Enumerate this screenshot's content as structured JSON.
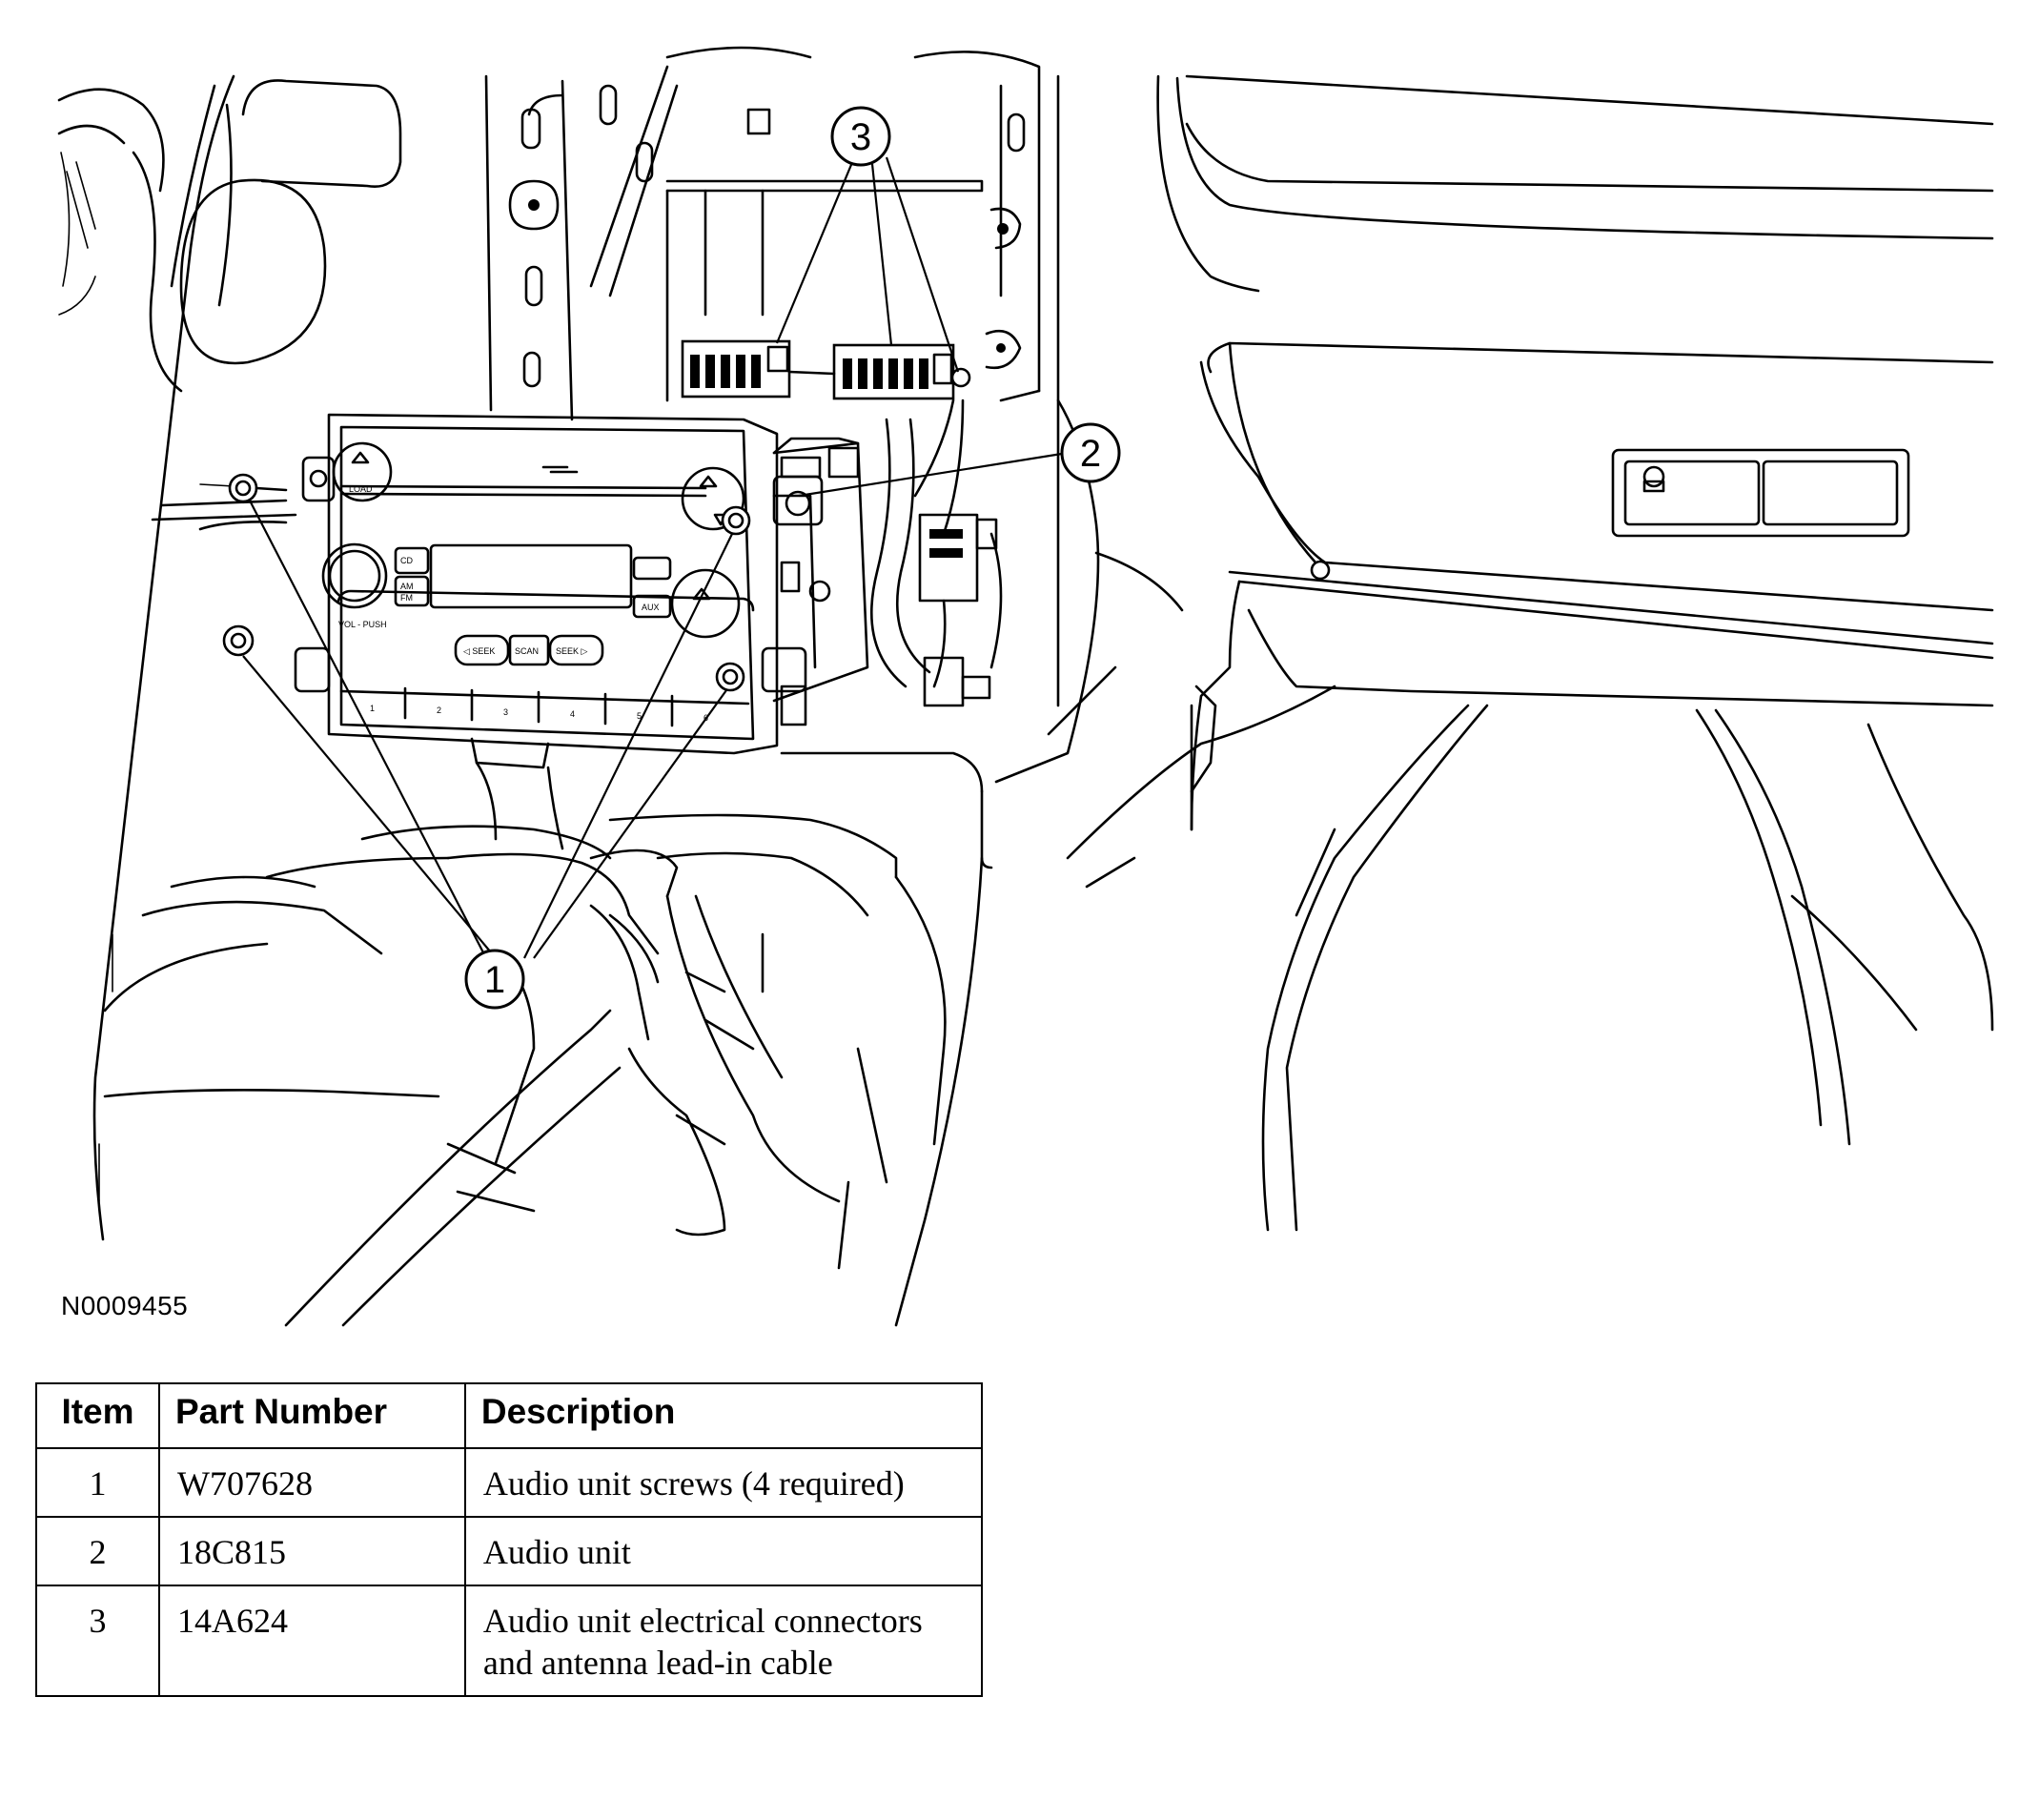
{
  "figure": {
    "id": "N0009455",
    "callouts": [
      "1",
      "2",
      "3"
    ],
    "radio_labels": {
      "load": "LOAD",
      "cd": "CD",
      "am": "AM",
      "fm": "FM",
      "aux": "AUX",
      "vol": "VOL - PUSH",
      "seek_left": "◁ SEEK",
      "scan": "SCAN",
      "seek_right": "SEEK ▷",
      "presets": [
        "1",
        "2",
        "3",
        "4",
        "5",
        "6"
      ]
    }
  },
  "table": {
    "headers": [
      "Item",
      "Part Number",
      "Description"
    ],
    "rows": [
      {
        "item": "1",
        "part_number": "W707628",
        "description": "Audio unit screws (4 required)"
      },
      {
        "item": "2",
        "part_number": "18C815",
        "description": "Audio unit"
      },
      {
        "item": "3",
        "part_number": "14A624",
        "description": "Audio unit electrical connectors and antenna lead-in cable"
      }
    ]
  }
}
